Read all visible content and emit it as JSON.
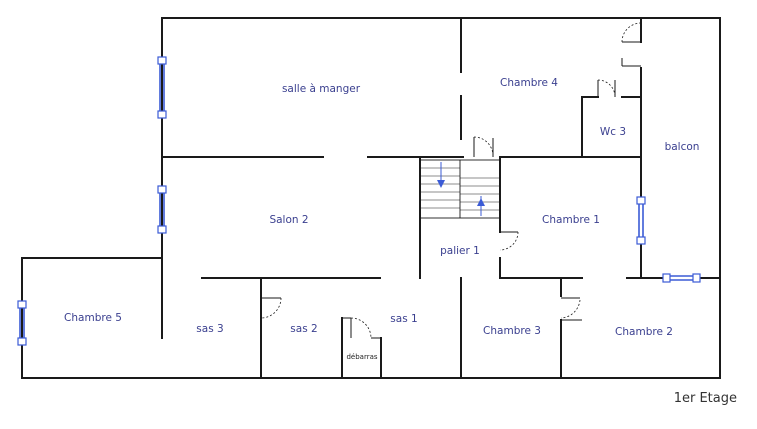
{
  "plan": {
    "caption": "1er Etage",
    "rooms": {
      "salle_a_manger": "salle à manger",
      "chambre_4": "Chambre 4",
      "wc_3": "Wc 3",
      "balcon": "balcon",
      "salon_2": "Salon 2",
      "chambre_1": "Chambre 1",
      "palier_1": "palier 1",
      "chambre_5": "Chambre 5",
      "sas_3": "sas 3",
      "sas_2": "sas 2",
      "sas_1": "sas 1",
      "debarras": "débarras",
      "chambre_3": "Chambre 3",
      "chambre_2": "Chambre 2"
    }
  },
  "colors": {
    "wall": "#1a1a1a",
    "window": "#3b5bd6",
    "label": "#3a3f8f"
  }
}
